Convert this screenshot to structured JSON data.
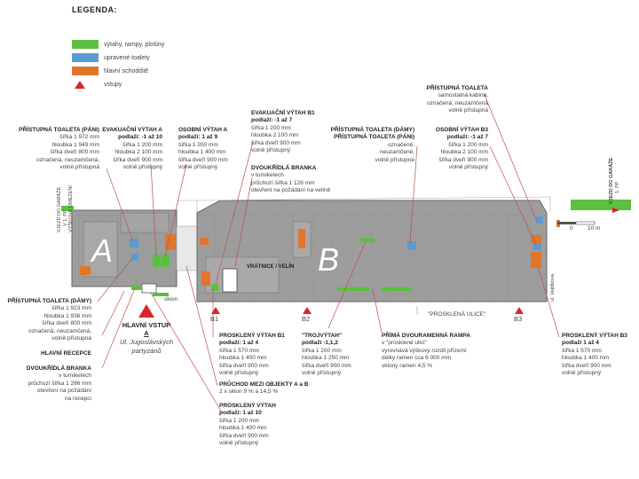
{
  "legend": {
    "title": "LEGENDA:",
    "items": [
      {
        "label": "výtahy, rampy, plošiny",
        "color": "#5bbf3f"
      },
      {
        "label": "upravené toalety",
        "color": "#5b9bd5"
      },
      {
        "label": "hlavní schodiště",
        "color": "#e0762a"
      },
      {
        "label": "vstupy",
        "color": "#d9262a"
      }
    ]
  },
  "buildings": {
    "a": "A",
    "b": "B"
  },
  "labels": {
    "vratnice": "VRÁTNICE / VELÍN",
    "skion": "skion",
    "proskl_ulice": "\"PROSKLENÁ ULICE\"",
    "vjezd_left": [
      "VJEZD DO GARÁŽE",
      "V 1. PP",
      "VÝŠKOVĚ OMEZENÍ"
    ],
    "vjezd_right": [
      "VJEZD DO GARÁŽE",
      "1. PP"
    ],
    "ul_vejtitkova": "ul. Vejtitkova",
    "scale_0": "0",
    "scale_10": "10 m"
  },
  "entrances": {
    "b1": "B1",
    "b2": "B2",
    "b3": "B3",
    "main_title": "HLAVNÍ VSTUP",
    "main_letter": "A",
    "street": [
      "Ul. Jugoslávských",
      "partyzánů"
    ]
  },
  "annotations": {
    "toaleta_pani": [
      "PŘÍSTUPNÁ TOALETA (PÁNI)",
      "šířka 1 972 mm",
      "hloubka 1 949 mm",
      "šířka dveří 800 mm",
      "označená, neuzamčená,",
      "volně přístupná"
    ],
    "evak_a": [
      "EVAKUAČNÍ VÝTAH A",
      "podlaží: -1 až 10",
      "šířka 1 200 mm",
      "hloubka 2 100 mm",
      "šířka dveří 900 mm",
      "volně přístupný"
    ],
    "osobni_a": [
      "OSOBNÍ VÝTAH A",
      "podlaží: 1 až 9",
      "šířka 1 200 mm",
      "hloubka 1 400 mm",
      "šířka dveří 900 mm",
      "volně přístupný"
    ],
    "evak_b1": [
      "EVAKUAČNÍ VÝTAH B1",
      "podlaží: -1 až 7",
      "šířka 1 200 mm",
      "hloubka 2 100 mm",
      "šířka dveří 900 mm",
      "volně přístupný"
    ],
    "branka_b": [
      "DVOUKŘÍDLÁ BRANKA",
      "v turniketech",
      "průchozí šířka 1 126 mm",
      "otevření na požádání na velíně"
    ],
    "toaleta_b": [
      "PŘÍSTUPNÁ TOALETA (DÁMY)",
      "PŘÍSTUPNÁ TOALETA (PÁNI)",
      "označené,",
      "neuzamčené,",
      "volně přístupné"
    ],
    "toaleta_b3": [
      "PŘÍSTUPNÁ TOALETA",
      "samostatná kabina,",
      "označená, neuzamčená",
      "volně přístupná"
    ],
    "osobni_b3": [
      "OSOBNÍ VÝTAH B3",
      "podlaží: -1 až 7",
      "šířka 1 200 mm",
      "hloubka 2 100 mm",
      "šířka dveří 900 mm",
      "volně přístupný"
    ],
    "toaleta_damy_a": [
      "PŘÍSTUPNÁ TOALETA (DÁMY)",
      "šířka 1 923 mm",
      "hloubka 1 936 mm",
      "šířka dveří 800 mm",
      "označená, neuzamčená,",
      "volně přístupná"
    ],
    "hlavni_recepce": [
      "HLAVNÍ RECEPCE"
    ],
    "branka_a": [
      "DVOUKŘÍDLÁ BRANKA",
      "v turniketech",
      "průchozí šířka 1 286 mm",
      "otevření na požádání",
      "na recepci"
    ],
    "proskl_b1": [
      "PROSKLENÝ VÝTAH B1",
      "podlaží: 1 až 4",
      "šířka 1 570 mm",
      "hloubka 1 400 mm",
      "šířka dveří 900 mm",
      "volně přístupný"
    ],
    "pruchod": [
      "PRŮCHOD MEZI OBJEKTY A a B",
      "2 x sklon 9 % a 14,5 %"
    ],
    "proskl_10": [
      "PROSKLENÝ VÝTAH",
      "podlaží: 1 až 10",
      "šířka 1 200 mm",
      "hloubka 1 400 mm",
      "šířka dveří 900 mm",
      "volně přístupný"
    ],
    "trojvytah": [
      "\"TROJVÝTAH\"",
      "podlaží -1,1,2",
      "šířka 1 200 mm",
      "hloubka 1 250 mm",
      "šířka dveří 900 mm",
      "volně přístupný"
    ],
    "rampa": [
      "PŘÍMÁ DVOURAMENNÁ RAMPA",
      "v \"prosklené ulici\"",
      "vyrovnává výškový rozdíl přízemí",
      "délky ramen cca 6 000 mm",
      "sklony ramen 4,5 %"
    ],
    "proskl_b3": [
      "PROSKLENÝ VÝTAH B3",
      "podlaží 1 až 4",
      "šířka 1 570 mm",
      "hloubka 1 400 mm",
      "šířka dveří 900 mm",
      "volně přístupný"
    ]
  }
}
